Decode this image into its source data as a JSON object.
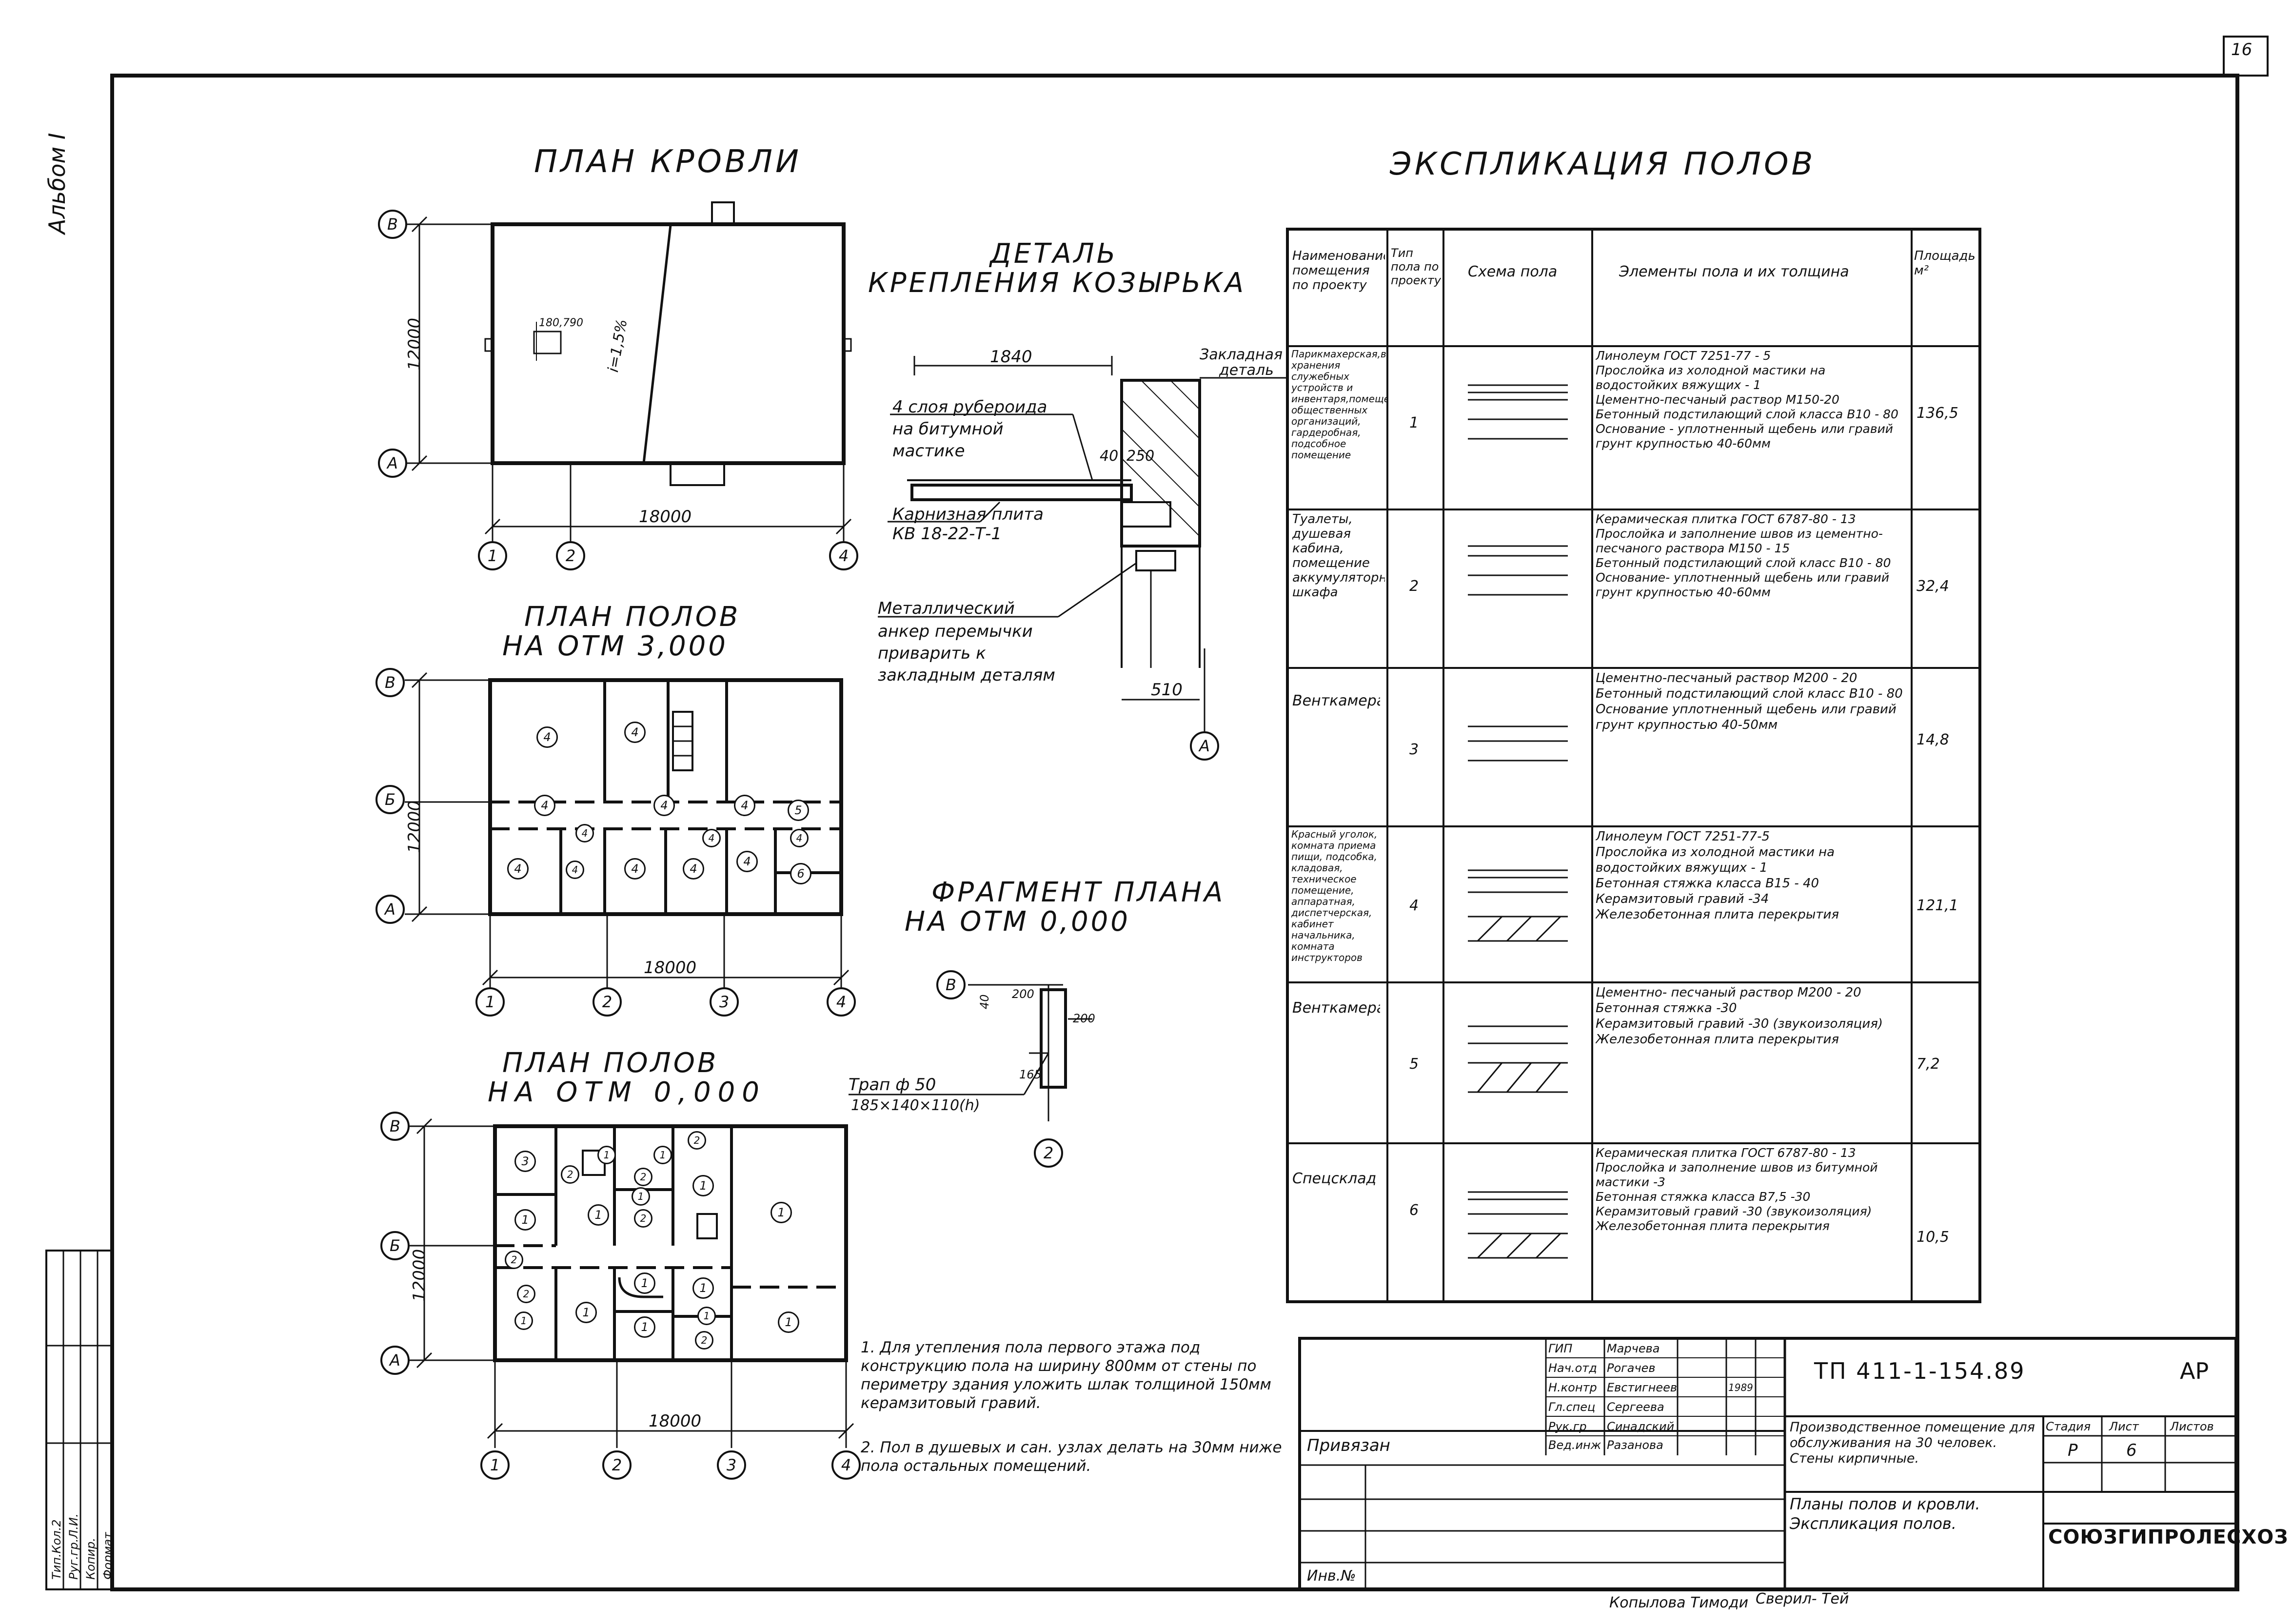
{
  "sheet": {
    "corner_number": "16",
    "album": "Альбом I",
    "signature_bottom": "Копылова Тимоди",
    "signature_bottom2": "Сверил- Тей"
  },
  "roof_plan": {
    "title": "ПЛАН КРОВЛИ",
    "dim_width": "18000",
    "dim_height": "12000",
    "slope_label": "i=1,5%",
    "hatch_label": "180,790",
    "axes_rows": [
      "В",
      "А"
    ],
    "axes_cols": [
      "1",
      "2",
      "4"
    ]
  },
  "floor_plan_3000": {
    "title_line1": "ПЛАН ПОЛОВ",
    "title_line2": "НА ОТМ 3,000",
    "dim_width": "18000",
    "dim_height": "12000",
    "axes_rows": [
      "В",
      "Б",
      "А"
    ],
    "axes_cols": [
      "1",
      "2",
      "3",
      "4"
    ],
    "room_marks": [
      "4",
      "4",
      "4",
      "4",
      "4",
      "4",
      "5",
      "4",
      "4",
      "4",
      "4",
      "4",
      "4",
      "6",
      "4"
    ]
  },
  "floor_plan_0000": {
    "title_line1": "ПЛАН ПОЛОВ",
    "title_line2": "НА ОТМ 0,000",
    "dim_width": "18000",
    "dim_height": "12000",
    "axes_rows": [
      "В",
      "Б",
      "А"
    ],
    "axes_cols": [
      "1",
      "2",
      "3",
      "4"
    ],
    "room_marks": [
      "3",
      "1",
      "1",
      "2",
      "2",
      "1",
      "2",
      "2",
      "1",
      "1",
      "2",
      "1",
      "1",
      "1",
      "1",
      "1",
      "2",
      "1",
      "1",
      "1",
      "2",
      "1"
    ]
  },
  "canopy_detail": {
    "title_line1": "ДЕТАЛЬ",
    "title_line2": "КРЕПЛЕНИЯ КОЗЫРЬКА",
    "dim_top": "1840",
    "dim_40": "40",
    "dim_250": "250",
    "dim_bottom": "510",
    "axis": "А",
    "label_embed_line1": "Закладная",
    "label_embed_line2": "деталь",
    "label_roofing_line1": "4 слоя рубероида",
    "label_roofing_line2": "на битумной",
    "label_roofing_line3": "мастике",
    "label_slab_line1": "Карнизная плита",
    "label_slab_line2": "КВ 18-22-Т-1",
    "label_anchor_line1": "Металлический",
    "label_anchor_line2": "анкер перемычки",
    "label_anchor_line3": "приварить к",
    "label_anchor_line4": "закладным деталям"
  },
  "plan_fragment": {
    "title_line1": "ФРАГМЕНТ ПЛАНА",
    "title_line2": "НА ОТМ 0,000",
    "axis_row": "В",
    "axis_col": "2",
    "dim_200a": "200",
    "dim_200b": "200",
    "dim_40": "40",
    "dim_165": "165",
    "drain_line1": "Трап ф 50",
    "drain_line2": "185×140×110(h)"
  },
  "explication": {
    "title": "ЭКСПЛИКАЦИЯ ПОЛОВ",
    "headers": [
      "Наименование помещения по проекту",
      "Тип пола по проекту",
      "Схема пола",
      "Элементы пола и их толщина",
      "Площадь м²"
    ],
    "rows": [
      {
        "rooms": "Парикмахерская,вестибюль,помещение хранения служебных устройств и инвентаря,помещение общественных организаций, гардеробная, подсобное помещение",
        "type": "1",
        "elements": "Линолеум ГОСТ 7251-77 - 5\nПрослойка из холодной мастики на водостойких вяжущих - 1\nЦементно-песчаный раствор М150-20\nБетонный подстилающий слой класса В10 - 80\nОснование - уплотненный щебень или гравий грунт крупностью 40-60мм",
        "area": "136,5"
      },
      {
        "rooms": "Туалеты, душевая кабина, помещение аккумуляторного шкафа",
        "type": "2",
        "elements": "Керамическая плитка ГОСТ 6787-80 - 13\nПрослойка и заполнение швов из цементно-песчаного раствора М150 - 15\nБетонный подстилающий слой класс В10 - 80\nОснование- уплотненный щебень или гравий грунт крупностью 40-60мм",
        "area": "32,4"
      },
      {
        "rooms": "Венткамера",
        "type": "3",
        "elements": "Цементно-песчаный раствор М200 - 20\nБетонный подстилающий слой класс В10 - 80\nОснование уплотненный щебень или гравий грунт крупностью 40-50мм",
        "area": "14,8"
      },
      {
        "rooms": "Красный уголок, комната приема пищи, подсобка, кладовая, техническое помещение, аппаратная, диспетчерская, кабинет начальника, комната инструкторов",
        "type": "4",
        "elements": "Линолеум ГОСТ 7251-77-5\nПрослойка из холодной мастики на водостойких вяжущих - 1\nБетонная стяжка класса В15 - 40\nКерамзитовый гравий -34\nЖелезобетонная плита перекрытия",
        "area": "121,1"
      },
      {
        "rooms": "Венткамера",
        "type": "5",
        "elements": "Цементно- песчаный раствор М200 - 20\nБетонная стяжка -30\nКерамзитовый гравий -30 (звукоизоляция)\nЖелезобетонная плита перекрытия",
        "area": "7,2"
      },
      {
        "rooms": "Спецсклад",
        "type": "6",
        "elements": "Керамическая плитка ГОСТ 6787-80 - 13\nПрослойка и заполнение швов из битумной мастики -3\nБетонная стяжка класса В7,5 -30\nКерамзитовый гравий -30 (звукоизоляция)\nЖелезобетонная плита перекрытия",
        "area": "10,5"
      }
    ]
  },
  "notes": {
    "note1": "1. Для утепления пола первого этажа под конструкцию пола на ширину 800мм от стены по периметру здания уложить шлак толщиной 150мм керамзитовый гравий.",
    "note2": "2. Пол в душевых и сан. узлах делать на 30мм ниже пола остальных помещений."
  },
  "title_block": {
    "roles": [
      "ГИП",
      "Нач.отд",
      "Н.контр",
      "Гл.спец",
      "Рук.гр",
      "Вед.инж"
    ],
    "names": [
      "Марчева",
      "Рогачев",
      "Евстигнеев",
      "Сергеева",
      "Синадский",
      "Разанова"
    ],
    "year": "1989",
    "project_code": "ТП 411-1-154.89",
    "section": "АР",
    "description": "Производственное помещение для обслуживания на 30 человек. Стены кирпичные.",
    "stage_header": "Стадия",
    "sheet_header": "Лист",
    "sheets_header": "Листов",
    "stage_value": "Р",
    "sheet_value": "6",
    "sheet_title": "Планы полов и кровли. Экспликация полов.",
    "organization": "СОЮЗГИПРОЛЕСХОЗ",
    "privyazan": "Привязан",
    "inv_no": "Инв.№"
  },
  "margin_stamp": {
    "line1": "Тип.Кол.2",
    "line2": "Руг.гр.Л.И.",
    "line3": "Копир.",
    "line4": "Формат"
  }
}
